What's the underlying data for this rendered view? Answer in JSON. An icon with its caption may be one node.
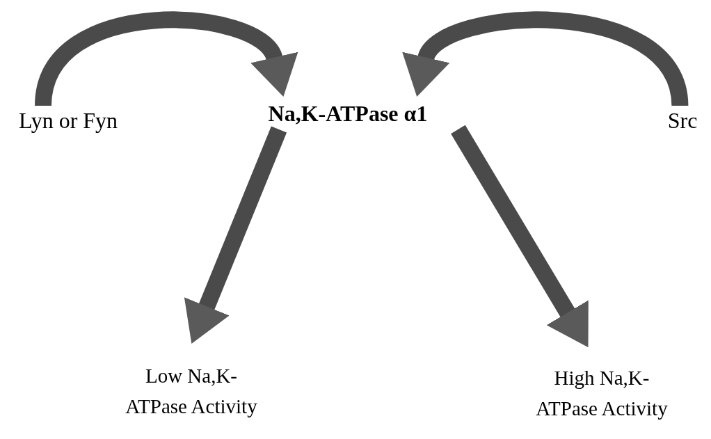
{
  "diagram": {
    "nodes": [
      {
        "text": [
          "Lyn or Fyn"
        ]
      },
      {
        "text": [
          "Na,K-ATPase α1"
        ]
      },
      {
        "text": [
          "Src"
        ]
      },
      {
        "text": [
          "Low Na,K-ATPase Activity"
        ]
      },
      {
        "text": [
          "High Na,K-ATPase Activity"
        ]
      }
    ],
    "edges": [
      {
        "from": 0,
        "to": 1,
        "arrow": "to"
      },
      {
        "from": 2,
        "to": 1,
        "arrow": "to"
      },
      {
        "from": 1,
        "to": 3,
        "arrow": "to"
      },
      {
        "from": 1,
        "to": 4,
        "arrow": "to"
      }
    ]
  }
}
